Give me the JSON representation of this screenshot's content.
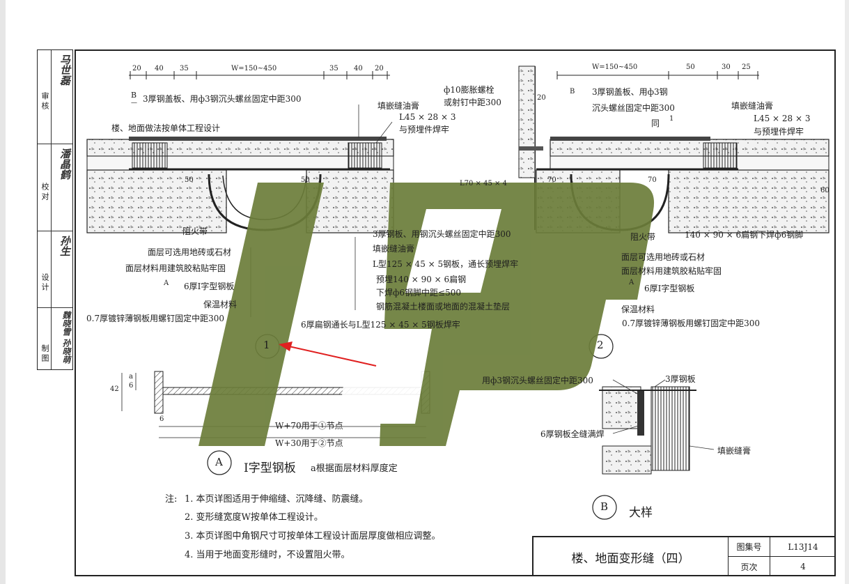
{
  "approval": {
    "rows": [
      {
        "label": "审核",
        "signature": "马世磊"
      },
      {
        "label": "校对",
        "signature": "潘晶鹤"
      },
      {
        "label": "设计",
        "signature": "孙生"
      },
      {
        "label": "制图",
        "signature": "魏晓雪 孙晓萌"
      }
    ]
  },
  "detail1": {
    "dims_left": [
      "20",
      "40",
      "35",
      "W=150~450",
      "35",
      "40",
      "20"
    ],
    "dim_50a": "50",
    "dim_50b": "50",
    "callout_b": "B",
    "callout_b_sub": "—",
    "callouts": [
      "3厚钢盖板、用ф3钢沉头螺丝固定中距300",
      "楼、地面做法按单体工程设计",
      "填嵌缝油膏",
      "L45 × 28 × 3",
      "与预埋件焊牢",
      "阻火带",
      "面层可选用地砖或石材",
      "面层材料用建筑胶粘贴牢固",
      "6厚I字型钢板",
      "保温材料",
      "0.7厚镀锌薄钢板用螺钉固定中距300",
      "3厚钢板、用钢沉头螺丝固定中距300",
      "填嵌缝油膏",
      "L型125 × 45 × 5钢板，通长预埋焊牢",
      "预埋140 × 90 × 6扁钢",
      "下焊ф6钢脚中距≤500",
      "钢筋混凝土楼面或地面的混凝土垫层",
      "6厚扁钢通长与L型125 × 45 × 5钢板焊牢"
    ],
    "callout_a": "A",
    "callout_a_sub": "—",
    "number": "1"
  },
  "detail2": {
    "dims": [
      "W=150~450",
      "50",
      "30",
      "25"
    ],
    "dim_20": "20",
    "dim_70a": "70",
    "dim_70b": "70",
    "dim_60": "60",
    "dim_l70": "L70 × 45 × 4",
    "callouts": [
      "ф10膨胀螺栓",
      "或射钉中距300",
      "3厚钢盖板、用ф3钢",
      "沉头螺丝固定中距300",
      "同",
      "填嵌缝油膏",
      "L45 × 28 × 3",
      "与预埋件焊牢",
      "阻火带",
      "140 × 90 × 6扁钢下焊ф6钢脚",
      "面层可选用地砖或石材",
      "面层材料用建筑胶粘贴牢固",
      "6厚I字型钢板",
      "保温材料",
      "0.7厚镀锌薄钢板用螺钉固定中距300"
    ],
    "callout_b": "B",
    "callout_b_sub": "—",
    "callout_1": "1",
    "callout_1_sub": "—",
    "callout_a": "A",
    "callout_a_sub": "—",
    "number": "2"
  },
  "detailA": {
    "dims": [
      "42",
      "6",
      "a",
      "6"
    ],
    "note_70": "W+70用于①节点",
    "note_30": "W+30用于②节点",
    "label": "A",
    "title": "I字型钢板",
    "subtitle": "a根据面层材料厚度定"
  },
  "detailB": {
    "callouts": [
      "用ф3钢沉头螺丝固定中距300",
      "3厚钢板",
      "6厚钢板全缝满焊",
      "填嵌缝膏"
    ],
    "label": "B",
    "title": "大样"
  },
  "notes": {
    "prefix": "注:",
    "items": [
      "1. 本页详图适用于伸缩缝、沉降缝、防震缝。",
      "2. 变形缝宽度W按单体工程设计。",
      "3. 本页详图中角钢尺寸可按单体工程设计面层厚度做相应调整。",
      "4. 当用于地面变形缝时，不设置阻火带。"
    ]
  },
  "title_block": {
    "title": "楼、地面变形缝（四）",
    "atlas_label": "图集号",
    "atlas_value": "L13J14",
    "page_label": "页次",
    "page_value": "4"
  },
  "colors": {
    "watermark": "#6b7d3a",
    "arrow": "#e02020",
    "line": "#2a2a2a"
  }
}
